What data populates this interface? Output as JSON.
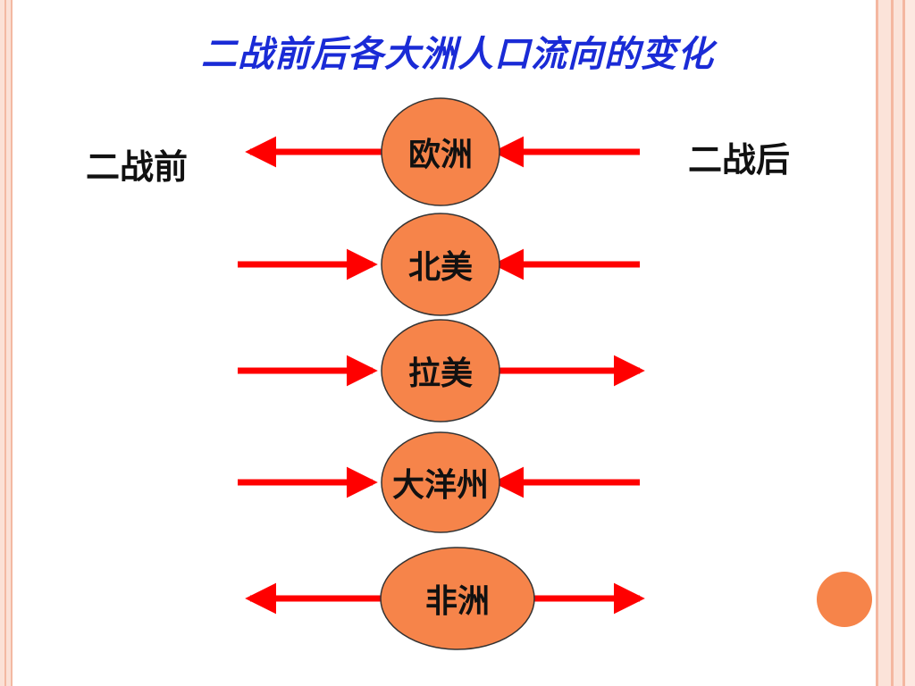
{
  "title": "二战前后各大洲人口流向的变化",
  "labels": {
    "before": "二战前",
    "after": "二战后"
  },
  "colors": {
    "title": "#1a2bd6",
    "node_fill": "#f6844a",
    "arrow": "#ff0000",
    "border": "#f4b7a0"
  },
  "regions": [
    {
      "name": "欧洲",
      "before_flow": "outflow",
      "after_flow": "inflow"
    },
    {
      "name": "北美",
      "before_flow": "inflow",
      "after_flow": "inflow"
    },
    {
      "name": "拉美",
      "before_flow": "inflow",
      "after_flow": "outflow"
    },
    {
      "name": "大洋州",
      "before_flow": "inflow",
      "after_flow": "inflow"
    },
    {
      "name": "非洲",
      "before_flow": "outflow",
      "after_flow": "outflow"
    }
  ]
}
